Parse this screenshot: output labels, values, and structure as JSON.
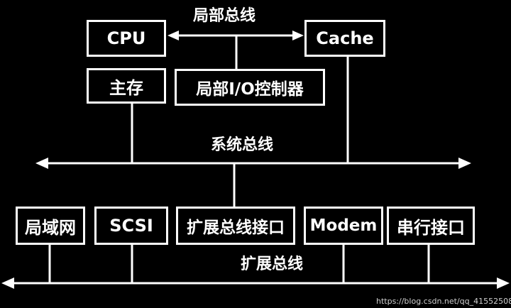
{
  "labels": {
    "local_bus": "局部总线",
    "system_bus": "系统总线",
    "expansion_bus": "扩展总线"
  },
  "boxes": {
    "cpu": "CPU",
    "cache": "Cache",
    "main_memory": "主存",
    "local_io_controller": "局部I/O控制器",
    "lan": "局域网",
    "scsi": "SCSI",
    "expansion_bus_interface": "扩展总线接口",
    "modem": "Modem",
    "serial_interface": "串行接口"
  },
  "watermark": "https://blog.csdn.net/qq_41552508",
  "colors": {
    "background": "#000000",
    "foreground": "#ffffff"
  }
}
